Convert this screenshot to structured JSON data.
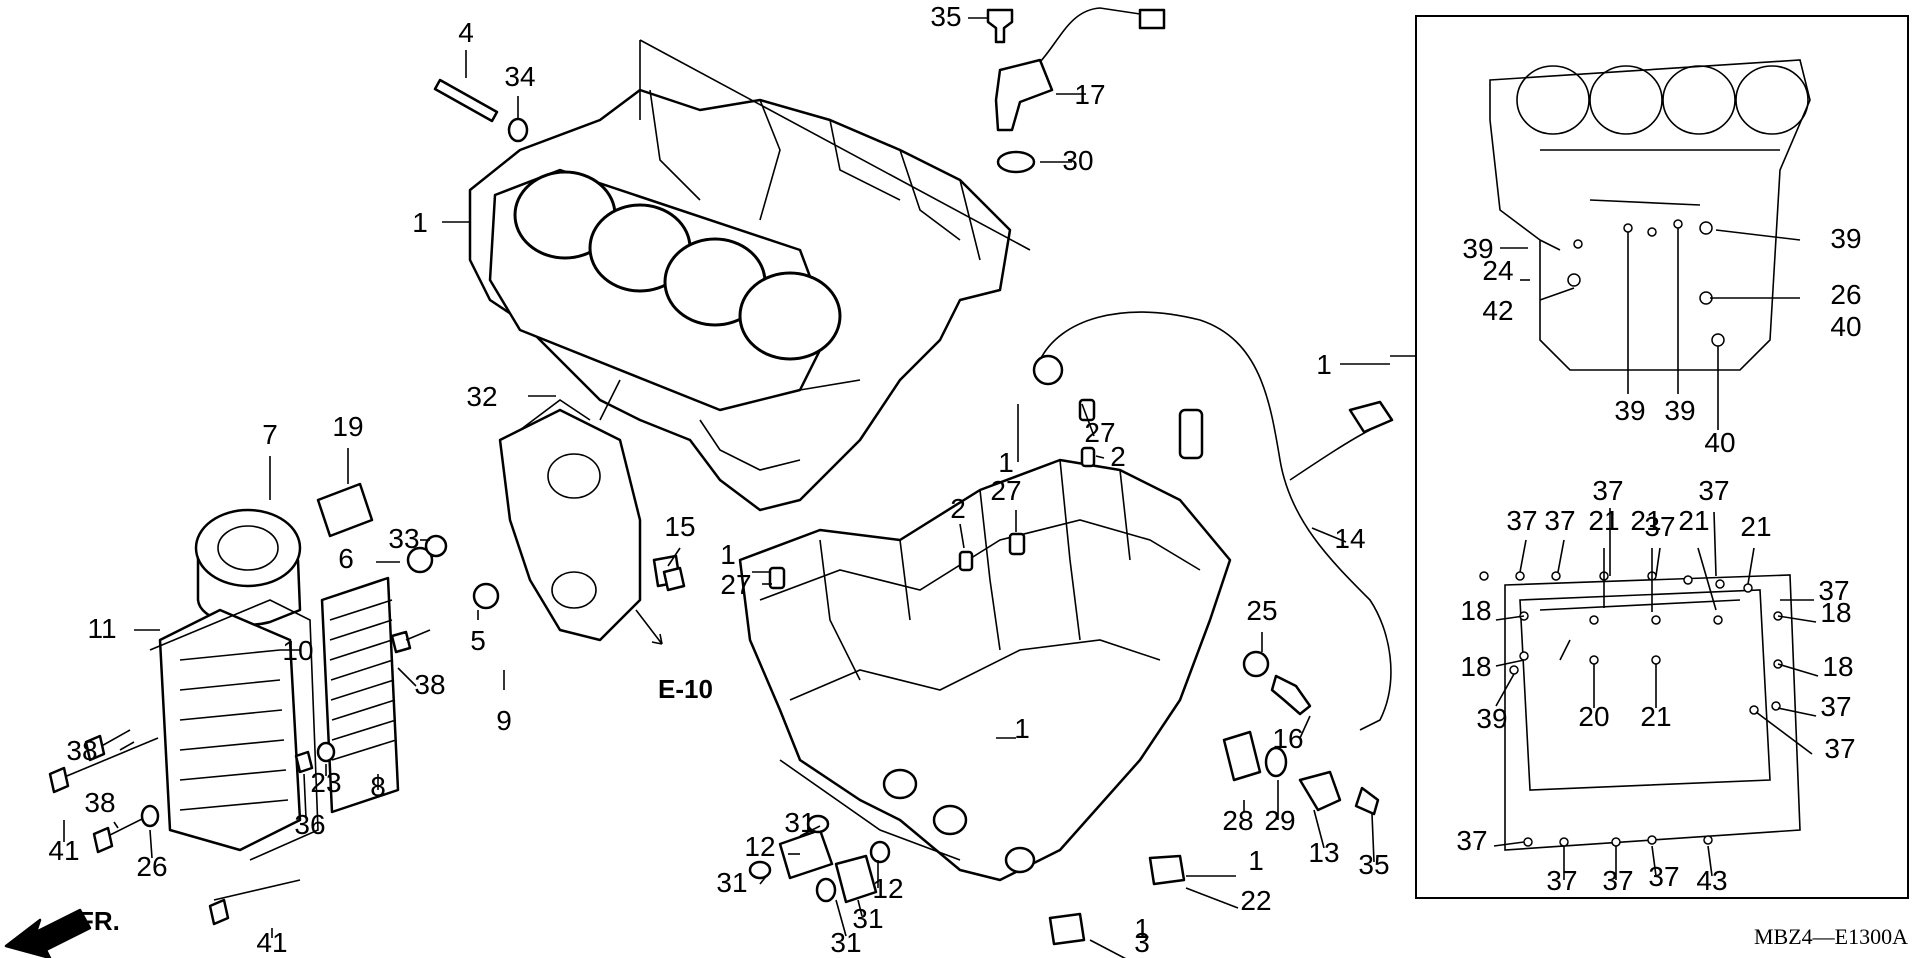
{
  "diagram": {
    "code": "MBZ4—E1300A",
    "direction_label": "FR.",
    "ref_label": "E-10",
    "callouts": [
      "4",
      "34",
      "35",
      "17",
      "30",
      "1",
      "32",
      "7",
      "19",
      "33",
      "6",
      "11",
      "10",
      "5",
      "38",
      "9",
      "15",
      "1",
      "27",
      "2",
      "27",
      "1",
      "27",
      "2",
      "14",
      "25",
      "16",
      "1",
      "28",
      "29",
      "13",
      "35",
      "31",
      "12",
      "31",
      "12",
      "31",
      "31",
      "1",
      "22",
      "1",
      "3",
      "38",
      "41",
      "38",
      "26",
      "36",
      "23",
      "8",
      "41",
      "39",
      "24",
      "42",
      "39",
      "26",
      "40",
      "39",
      "39",
      "40",
      "1",
      "37",
      "37",
      "37",
      "21",
      "21",
      "37",
      "21",
      "37",
      "21",
      "37",
      "18",
      "18",
      "18",
      "18",
      "20",
      "21",
      "39",
      "37",
      "37",
      "37",
      "37",
      "37",
      "37",
      "43"
    ]
  }
}
